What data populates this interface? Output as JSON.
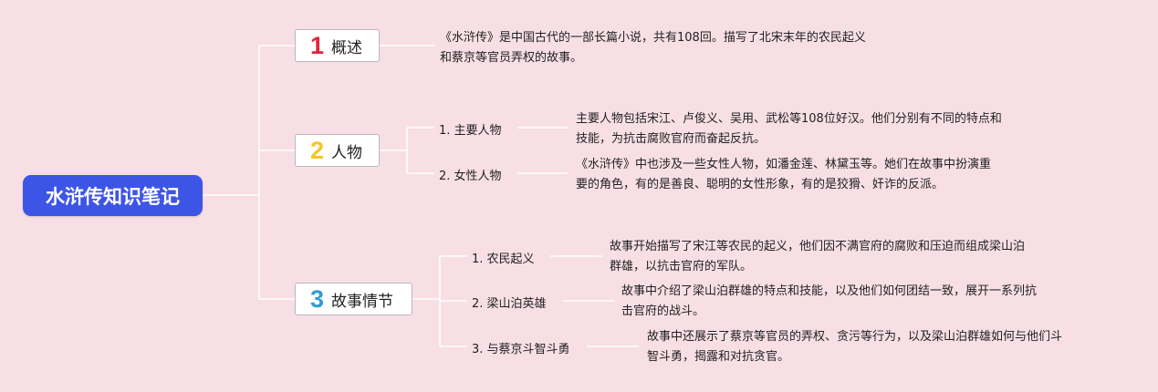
{
  "root": {
    "label": "水浒传知识笔记"
  },
  "branches": [
    {
      "number": "1",
      "label": "概述",
      "number_color": "#e6233f",
      "description_lines": [
        "《水浒传》是中国古代的一部长篇小说，共有108回。描写了北宋末年的农民起义",
        "和蔡京等官员弄权的故事。"
      ]
    },
    {
      "number": "2",
      "label": "人物",
      "number_color": "#f3c623",
      "children": [
        {
          "label": "1. 主要人物",
          "description_lines": [
            "主要人物包括宋江、卢俊义、吴用、武松等108位好汉。他们分别有不同的特点和",
            "技能，为抗击腐败官府而奋起反抗。"
          ]
        },
        {
          "label": "2. 女性人物",
          "description_lines": [
            "《水浒传》中也涉及一些女性人物，如潘金莲、林黛玉等。她们在故事中扮演重",
            "要的角色，有的是善良、聪明的女性形象，有的是狡猾、奸诈的反派。"
          ]
        }
      ]
    },
    {
      "number": "3",
      "label": "故事情节",
      "number_color": "#2f9bd6",
      "children": [
        {
          "label": "1. 农民起义",
          "description_lines": [
            "故事开始描写了宋江等农民的起义，他们因不满官府的腐败和压迫而组成梁山泊",
            "群雄，以抗击官府的军队。"
          ]
        },
        {
          "label": "2. 梁山泊英雄",
          "description_lines": [
            "故事中介绍了梁山泊群雄的特点和技能，以及他们如何团结一致，展开一系列抗",
            "击官府的战斗。"
          ]
        },
        {
          "label": "3. 与蔡京斗智斗勇",
          "description_lines": [
            "故事中还展示了蔡京等官员的弄权、贪污等行为，以及梁山泊群雄如何与他们斗",
            "智斗勇，揭露和对抗贪官。"
          ]
        }
      ]
    }
  ],
  "colors": {
    "background": "#f7dfe5",
    "root_fill": "#3d55e6",
    "connector": "#ffffff"
  }
}
